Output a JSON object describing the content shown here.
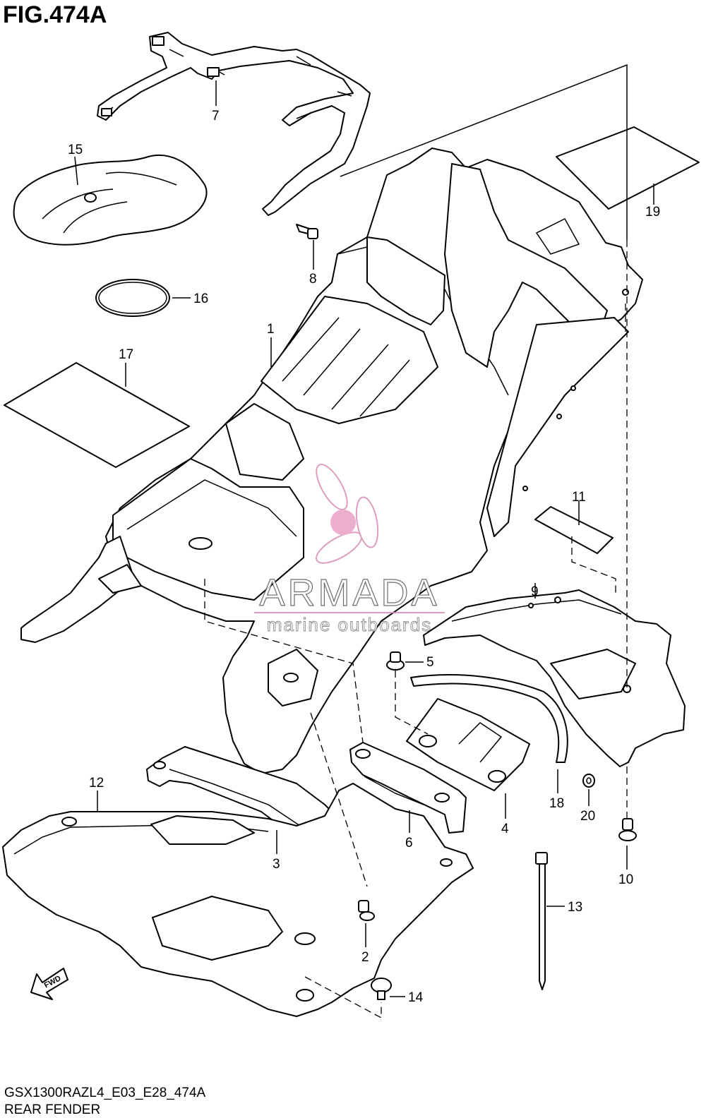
{
  "figure": {
    "title": "FIG.474A",
    "code": "GSX1300RAZL4_E03_E28_474A",
    "subtitle": "REAR FENDER"
  },
  "watermark": {
    "brand": "ARMADA",
    "tagline": "marine outboards",
    "color": "#d98cb3"
  },
  "fwd_arrow": {
    "label": "FWD"
  },
  "callouts": [
    {
      "id": "1",
      "label": "1"
    },
    {
      "id": "2",
      "label": "2"
    },
    {
      "id": "3",
      "label": "3"
    },
    {
      "id": "4",
      "label": "4"
    },
    {
      "id": "5",
      "label": "5"
    },
    {
      "id": "6",
      "label": "6"
    },
    {
      "id": "7",
      "label": "7"
    },
    {
      "id": "8",
      "label": "8"
    },
    {
      "id": "9",
      "label": "9"
    },
    {
      "id": "10",
      "label": "10"
    },
    {
      "id": "11",
      "label": "11"
    },
    {
      "id": "12",
      "label": "12"
    },
    {
      "id": "13",
      "label": "13"
    },
    {
      "id": "14",
      "label": "14"
    },
    {
      "id": "15",
      "label": "15"
    },
    {
      "id": "16",
      "label": "16"
    },
    {
      "id": "17",
      "label": "17"
    },
    {
      "id": "18",
      "label": "18"
    },
    {
      "id": "19",
      "label": "19"
    },
    {
      "id": "20",
      "label": "20"
    }
  ]
}
